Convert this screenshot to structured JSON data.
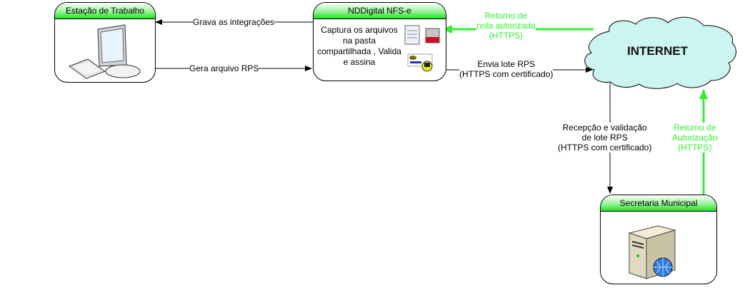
{
  "diagram": {
    "nodes": {
      "workstation": {
        "title": "Estação de Trabalho",
        "icon": "desktop-computer-icon"
      },
      "nddigital": {
        "title": "NDDigital NFS-e",
        "description_lines": [
          "Captura os arquivos",
          "na pasta",
          "compartilhada , Valida",
          "e assina"
        ],
        "icons": [
          "notepad-document-icon",
          "xml-file-icon",
          "certificate-signature-icon"
        ]
      },
      "internet": {
        "title": "INTERNET",
        "icon": "cloud-icon"
      },
      "secretaria": {
        "title": "Secretaria Municipal",
        "icon": "web-server-icon"
      }
    },
    "edges": {
      "grava": {
        "label": "Grava as integrações",
        "from": "nddigital",
        "to": "workstation"
      },
      "gera": {
        "label": "Gera arquivo RPS",
        "from": "workstation",
        "to": "nddigital"
      },
      "retorno_nota": {
        "lines": [
          "Retorno de",
          "nota autorizada",
          "(HTTPS)"
        ],
        "from": "internet",
        "to": "nddigital",
        "color": "#33ee33"
      },
      "envia": {
        "lines": [
          "Envia lote RPS",
          "(HTTPS com certificado)"
        ],
        "from": "nddigital",
        "to": "internet"
      },
      "recepcao": {
        "lines": [
          "Recepção e validação",
          "de lote RPS",
          "(HTTPS com certificado)"
        ],
        "from": "internet",
        "to": "secretaria"
      },
      "retorno_aut": {
        "lines": [
          "Retorno de",
          "Autorização",
          "(HTTPS)"
        ],
        "from": "secretaria",
        "to": "internet",
        "color": "#33ee33"
      }
    },
    "colors": {
      "header_green": "#22e322",
      "cloud_fill": "#ccf4f0",
      "return_arrow": "#33ee33",
      "line": "#000000"
    }
  }
}
